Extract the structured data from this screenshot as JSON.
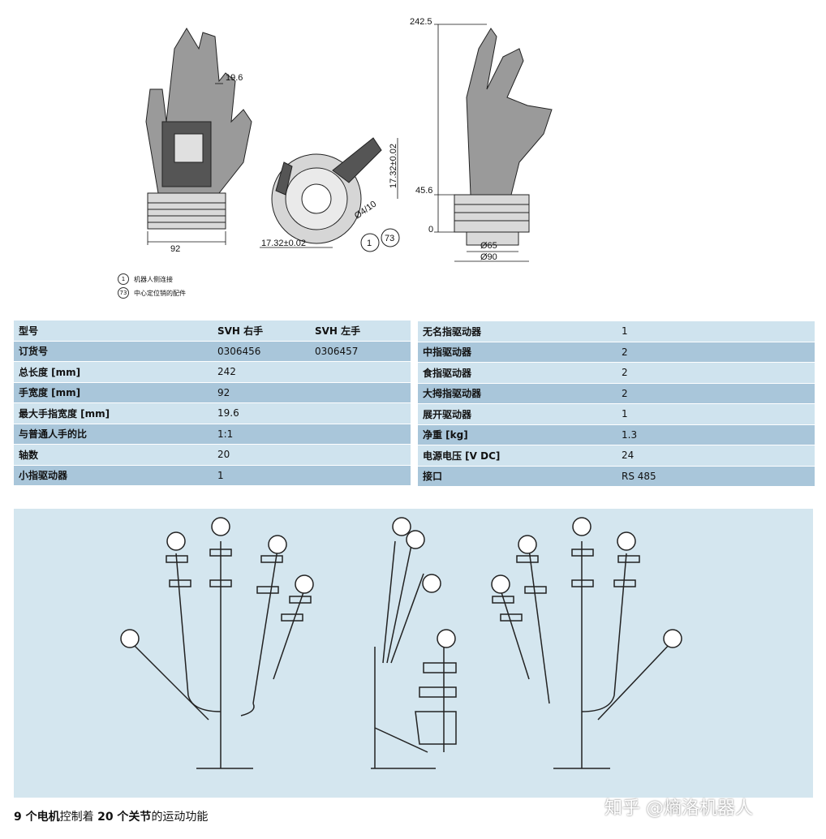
{
  "dimensions": {
    "front_finger_width": "19.6",
    "front_width": "92",
    "top_dim_vertical": "17.32±0.02",
    "top_dim_horizontal": "17.32±0.02",
    "top_dowel": "Ø4/10",
    "callout_1": "1",
    "callout_73": "73",
    "side_height": "242.5",
    "side_base_height": "45.6",
    "side_zero": "0",
    "side_d65": "Ø65",
    "side_d90": "Ø90"
  },
  "legend": [
    {
      "num": "1",
      "text": "机器人侧连接"
    },
    {
      "num": "73",
      "text": "中心定位销的配件"
    }
  ],
  "table_left": {
    "rows": [
      [
        "型号",
        "SVH 右手",
        "SVH 左手"
      ],
      [
        "订货号",
        "0306456",
        "0306457"
      ],
      [
        "总长度 [mm]",
        "242",
        ""
      ],
      [
        "手宽度 [mm]",
        "92",
        ""
      ],
      [
        "最大手指宽度 [mm]",
        "19.6",
        ""
      ],
      [
        "与普通人手的比",
        "1:1",
        ""
      ],
      [
        "轴数",
        "20",
        ""
      ],
      [
        "小指驱动器",
        "1",
        ""
      ]
    ]
  },
  "table_right": {
    "rows": [
      [
        "无名指驱动器",
        "1"
      ],
      [
        "中指驱动器",
        "2"
      ],
      [
        "食指驱动器",
        "2"
      ],
      [
        "大拇指驱动器",
        "2"
      ],
      [
        "展开驱动器",
        "1"
      ],
      [
        "净重 [kg]",
        "1.3"
      ],
      [
        "电源电压 [V DC]",
        "24"
      ],
      [
        "接口",
        "RS 485"
      ]
    ]
  },
  "caption": {
    "part1": "9 个电机",
    "part2": "控制着 ",
    "part3": "20 个关节",
    "part4": "的运动功能"
  },
  "watermark": "知乎 @熵洛机器人",
  "colors": {
    "row_light": "#cfe3ee",
    "row_dark": "#a9c6da",
    "kinematic_bg": "#d4e6ef"
  }
}
